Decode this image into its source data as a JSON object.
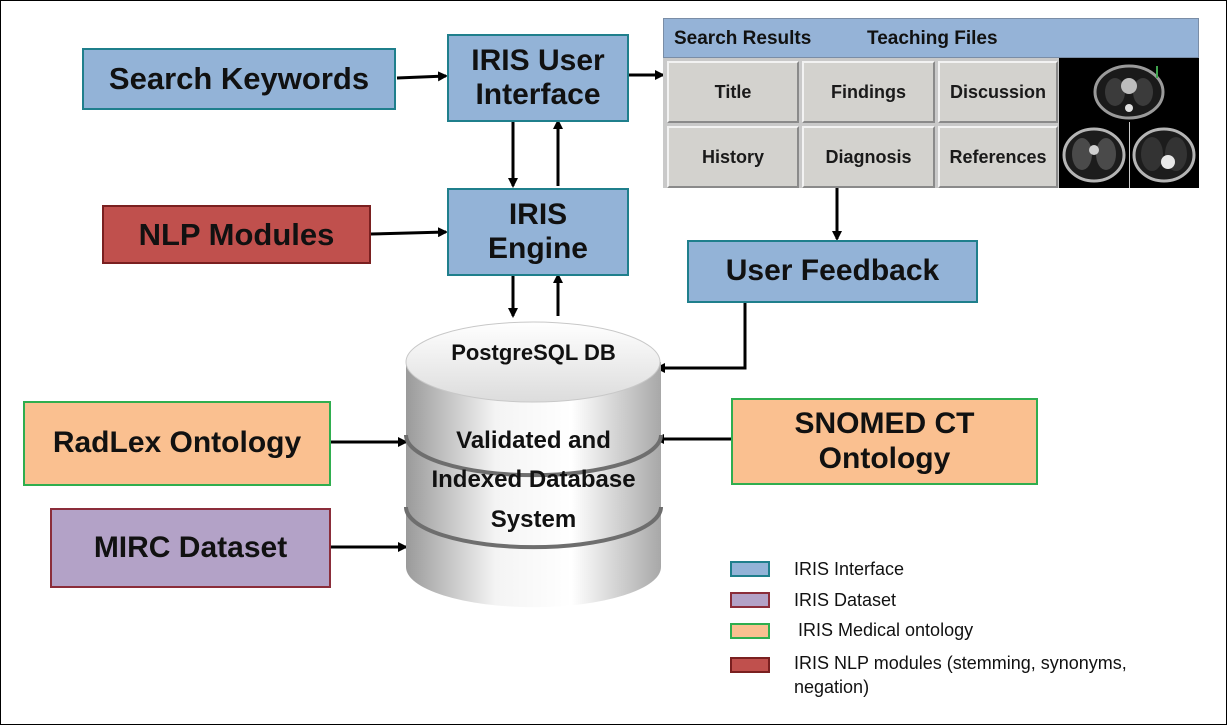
{
  "nodes": {
    "search_keywords": "Search Keywords",
    "iris_ui_line1": "IRIS User",
    "iris_ui_line2": "Interface",
    "iris_engine_line1": "IRIS",
    "iris_engine_line2": "Engine",
    "nlp_modules": "NLP Modules",
    "user_feedback": "User Feedback",
    "radlex": "RadLex Ontology",
    "snomed_line1": "SNOMED CT",
    "snomed_line2": "Ontology",
    "mirc": "MIRC Dataset"
  },
  "database": {
    "title": "PostgreSQL DB",
    "line1": "Validated and",
    "line2": "Indexed Database",
    "line3": "System"
  },
  "results_panel": {
    "tab_search_results": "Search Results",
    "tab_teaching_files": "Teaching Files",
    "cells": [
      "Title",
      "Findings",
      "Discussion",
      "History",
      "Diagnosis",
      "References"
    ]
  },
  "legend": [
    {
      "label": "IRIS Interface",
      "color": "#93b3d7",
      "border": "#1f7f8c"
    },
    {
      "label": "IRIS Dataset",
      "color": "#b3a2c7",
      "border": "#8b2d3a"
    },
    {
      "label": "IRIS Medical ontology",
      "color": "#fac090",
      "border": "#2fae4f"
    },
    {
      "label": "IRIS NLP modules (stemming, synonyms,",
      "label_cont": "negation)",
      "color": "#c0504d",
      "border": "#7a2020"
    }
  ],
  "colors": {
    "interface": "#93b3d7",
    "nlp": "#c0504d",
    "ontology": "#fac090",
    "dataset": "#b3a2c7"
  }
}
